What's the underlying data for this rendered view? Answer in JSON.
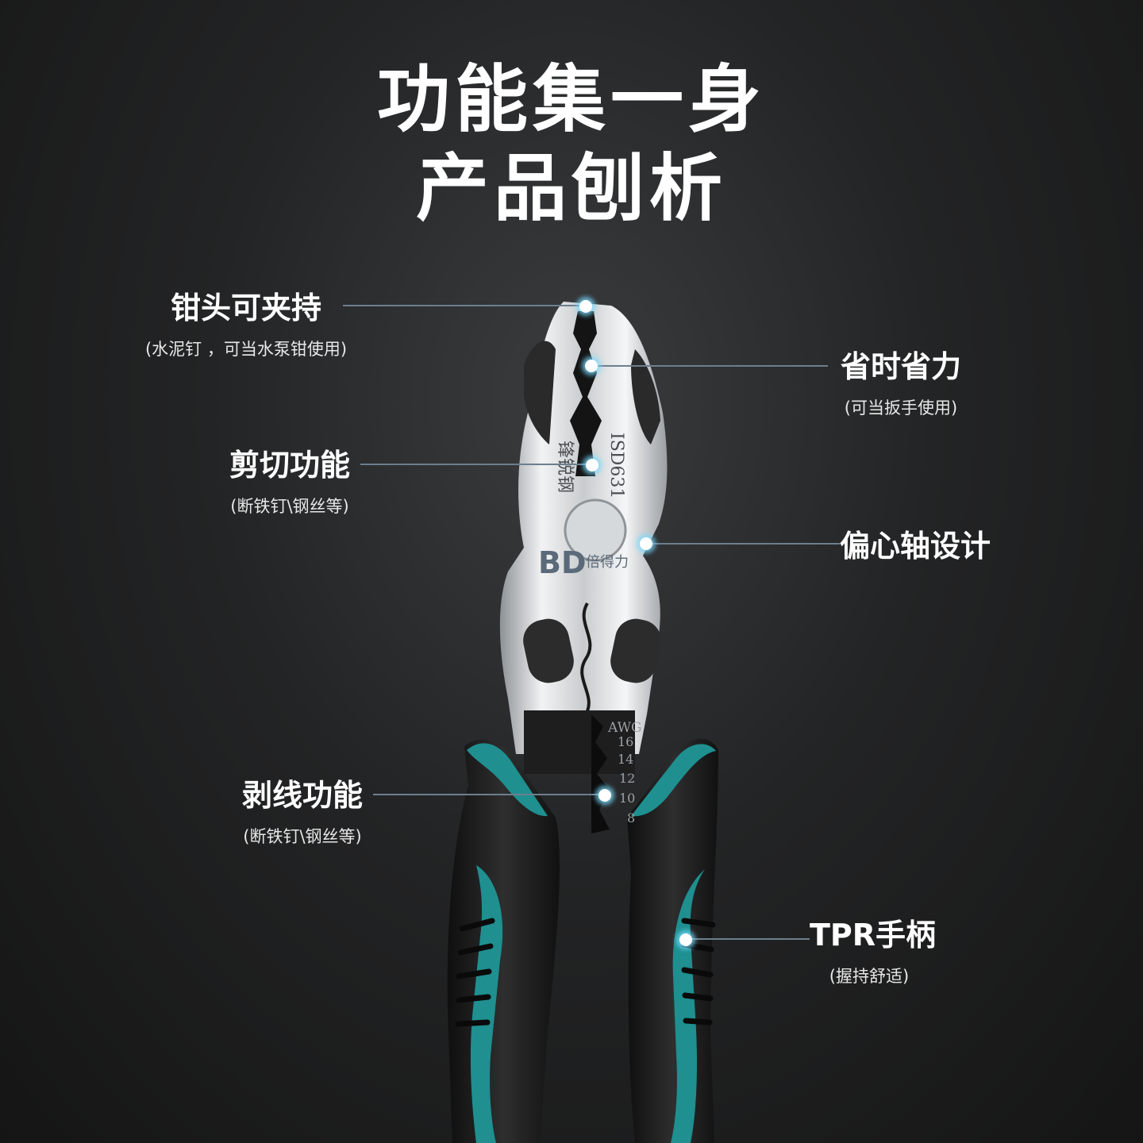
{
  "headline": {
    "line1": "功能集一身",
    "line2": "产品刨析"
  },
  "product": {
    "brand_mark": "BD",
    "brand_text": "倍得力",
    "engraving_side": "锋锐钢",
    "engraving_model": "ISD631",
    "awg_label": "AWG",
    "awg_sizes": [
      "16",
      "14",
      "12",
      "10",
      "8"
    ],
    "handle_color": "#1f8f90",
    "handle_dark": "#1c1c1c"
  },
  "callouts": {
    "head_grip": {
      "main": "钳头可夹持",
      "sub": "(水泥钉 ，可当水泵钳使用)"
    },
    "labor_saving": {
      "main": "省时省力",
      "sub": "(可当扳手使用)"
    },
    "cutting": {
      "main": "剪切功能",
      "sub": "(断铁钉\\钢丝等)"
    },
    "eccentric_axis": {
      "main": "偏心轴设计"
    },
    "stripping": {
      "main": "剥线功能",
      "sub": "(断铁钉\\钢丝等)"
    },
    "handle": {
      "main": "TPR手柄",
      "sub": "(握持舒适)"
    }
  }
}
